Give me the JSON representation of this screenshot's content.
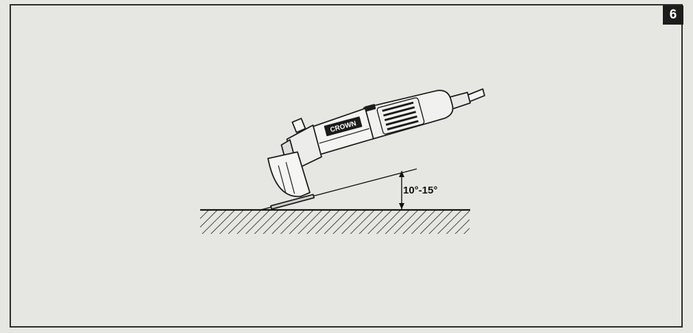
{
  "page_number": "6",
  "illustration": {
    "angle_label": "10°-15°",
    "brand_label": "CROWN"
  },
  "colors": {
    "background": "#e6e6e2",
    "ink": "#1c1c1c",
    "badge_text": "#ffffff"
  }
}
